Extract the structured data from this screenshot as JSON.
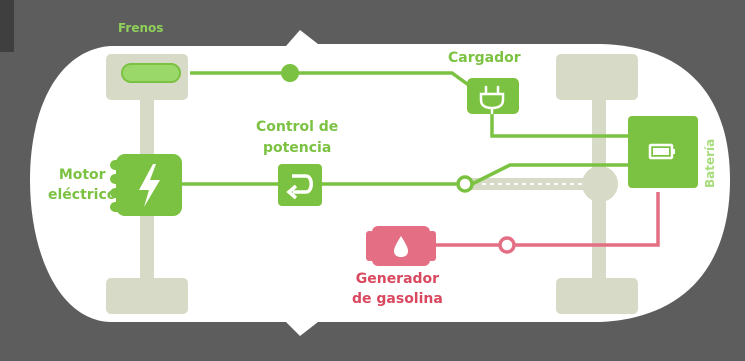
{
  "labels": {
    "frenos": "Frenos",
    "cargador": "Cargador",
    "control_de_potencia": [
      "Control de",
      "potencia"
    ],
    "motor_electrico": [
      "Motor",
      "eléctrico"
    ],
    "generador_de_gasolina": [
      "Generador",
      "de gasolina"
    ],
    "bateria": "Batería"
  },
  "icons": {
    "frenos": "brake-icon",
    "cargador": "plug-icon",
    "control_de_potencia": "return-arrow-icon",
    "motor_electrico": "lightning-bolt-icon",
    "generador_de_gasolina": "fuel-drop-icon",
    "bateria": "battery-icon"
  },
  "colors": {
    "background": "#5d5d5d",
    "car_body": "#ffffff",
    "chassis": "#d7dac6",
    "electric_line": "#7cc242",
    "gasoline_line": "#e46f84",
    "gasoline_text": "#d9485f"
  }
}
